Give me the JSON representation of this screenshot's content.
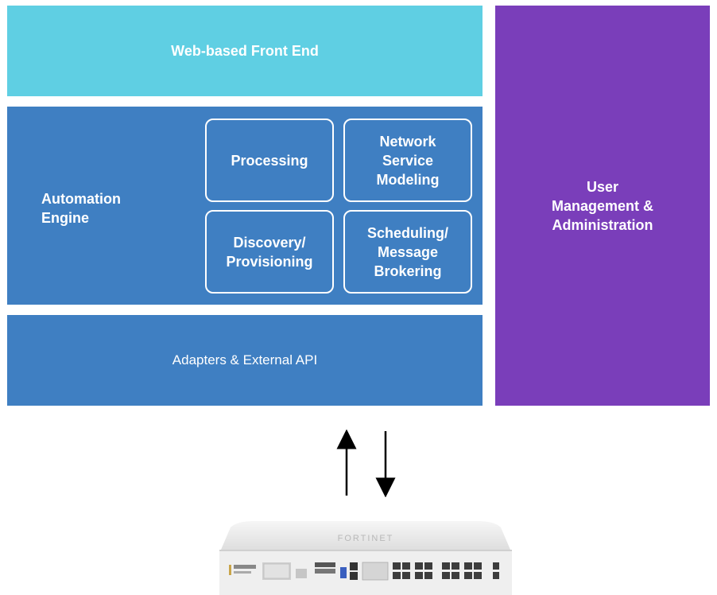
{
  "front_end": {
    "label": "Web-based Front End"
  },
  "engine": {
    "label": "Automation\nEngine",
    "modules": [
      {
        "label": "Processing"
      },
      {
        "label": "Network\nService\nModeling"
      },
      {
        "label": "Discovery/\nProvisioning"
      },
      {
        "label": "Scheduling/\nMessage\nBrokering"
      }
    ]
  },
  "adapters": {
    "label": "Adapters & External API"
  },
  "user_mgmt": {
    "label": "User\nManagement &\nAdministration"
  },
  "device": {
    "brand": "FORTINET"
  },
  "colors": {
    "front_end": "#5fcfe3",
    "engine": "#3f7fc2",
    "user_mgmt": "#7a3eba"
  }
}
